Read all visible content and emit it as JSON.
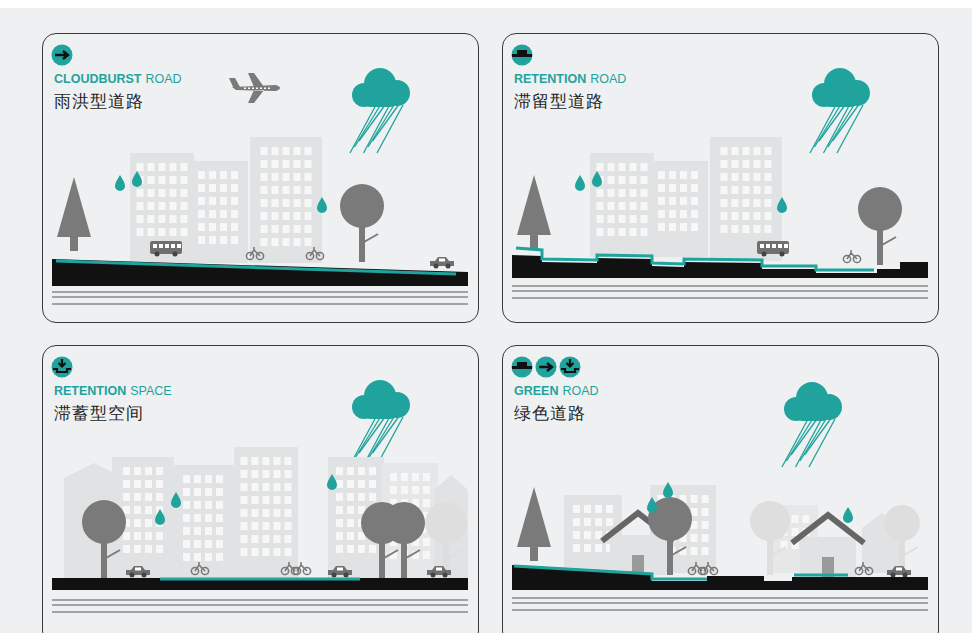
{
  "diagram": {
    "nodes": [
      {
        "text": [
          "CLOUDBURST",
          "ROAD",
          "雨洪型道路"
        ]
      },
      {
        "text": [
          "RETENTION",
          "ROAD",
          "滞留型道路"
        ]
      },
      {
        "text": [
          "RETENTION",
          "SPACE",
          "滞蓄型空间"
        ]
      },
      {
        "text": [
          "GREEN",
          "ROAD",
          "绿色道路"
        ]
      }
    ]
  }
}
